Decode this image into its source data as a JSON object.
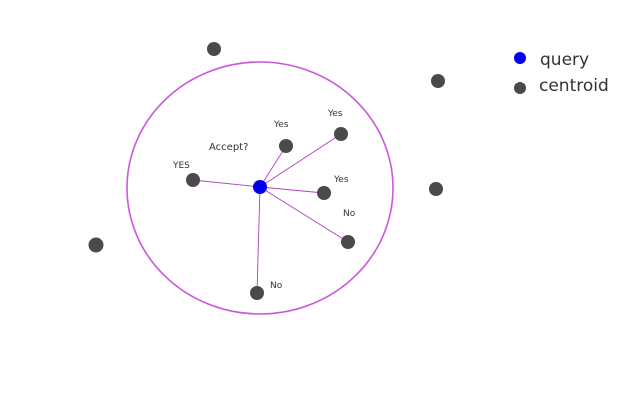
{
  "colors": {
    "query": "#0000ee",
    "centroid": "#4a4a4a",
    "circle": "#cc55dd",
    "link": "#b040c0"
  },
  "question": "Accept?",
  "legend": {
    "query_label": "query",
    "centroid_label": "centroid"
  },
  "neighbors": [
    {
      "id": "n1",
      "label": "Yes"
    },
    {
      "id": "n2",
      "label": "Yes"
    },
    {
      "id": "n3",
      "label": "YES"
    },
    {
      "id": "n4",
      "label": "Yes"
    },
    {
      "id": "n5",
      "label": "No"
    },
    {
      "id": "n6",
      "label": "No"
    }
  ]
}
